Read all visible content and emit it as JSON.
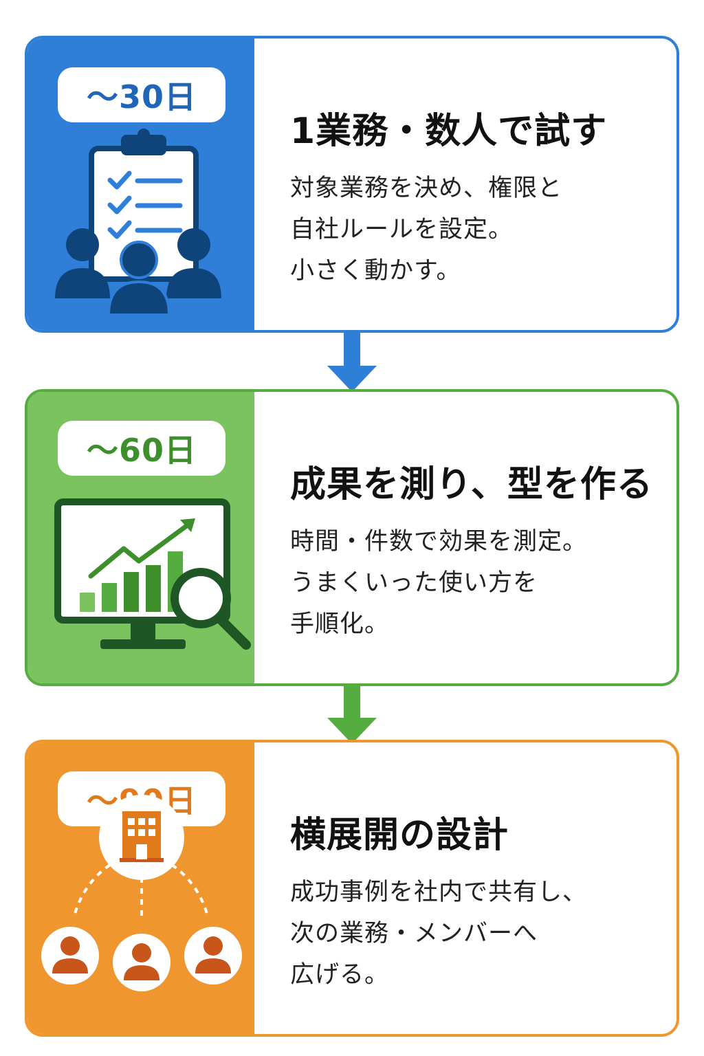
{
  "colors": {
    "blue": "#2F7ED8",
    "blue_dark": "#0E4479",
    "green": "#55AC3F",
    "green_fill": "#7AC35E",
    "green_dark": "#1E5626",
    "orange": "#F0962E",
    "orange_dark": "#C8561A"
  },
  "steps": [
    {
      "badge": "〜30日",
      "title": "1業務・数人で試す",
      "lines": [
        "対象業務を決め、権限と",
        "自社ルールを設定。",
        "小さく動かす。"
      ],
      "icon": "clipboard-team-icon"
    },
    {
      "badge": "〜60日",
      "title": "成果を測り、型を作る",
      "lines": [
        "時間・件数で効果を測定。",
        "うまくいった使い方を",
        "手順化。"
      ],
      "icon": "monitor-chart-magnifier-icon"
    },
    {
      "badge": "〜90日",
      "title": "横展開の設計",
      "lines": [
        "成功事例を社内で共有し、",
        "次の業務・メンバーへ",
        "広げる。"
      ],
      "icon": "building-network-icon"
    }
  ]
}
